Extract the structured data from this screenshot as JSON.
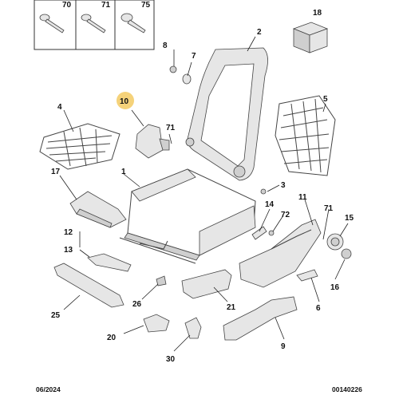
{
  "screw_box": {
    "labels": [
      "70",
      "71",
      "75"
    ]
  },
  "part_labels": {
    "p1": "1",
    "p2": "2",
    "p3": "3",
    "p4": "4",
    "p5": "5",
    "p6": "6",
    "p7": "7",
    "p8": "8",
    "p9": "9",
    "p10": "10",
    "p11": "11",
    "p12": "12",
    "p13": "13",
    "p14": "14",
    "p15": "15",
    "p16": "16",
    "p17": "17",
    "p18": "18",
    "p20": "20",
    "p21": "21",
    "p25": "25",
    "p26": "26",
    "p30": "30",
    "p71": "71",
    "p72": "72"
  },
  "highlight_color": "#f5d27a",
  "footer": {
    "date": "06/2024",
    "reference": "00140226"
  }
}
